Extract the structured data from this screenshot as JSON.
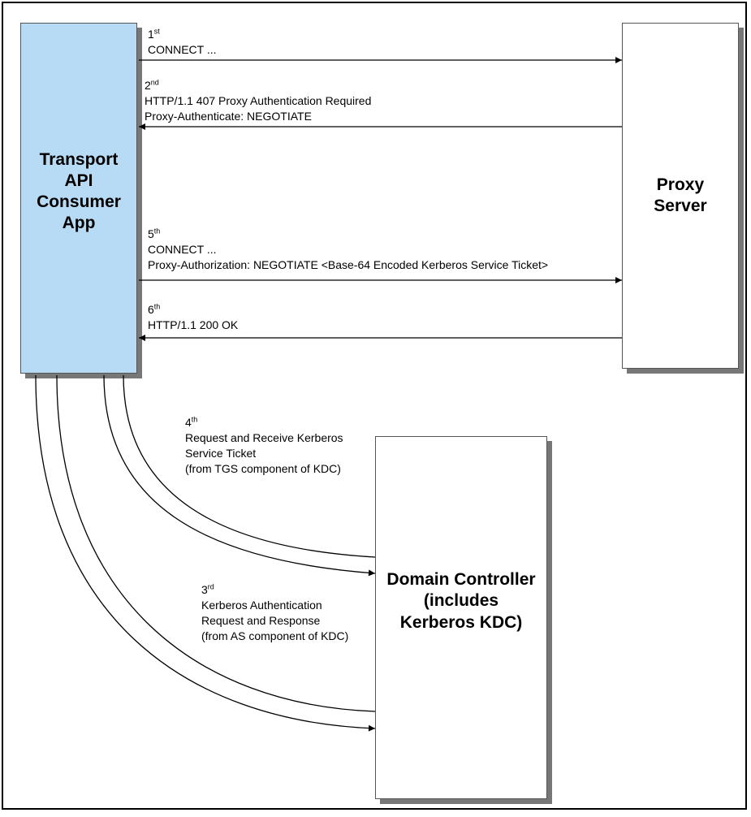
{
  "boxes": {
    "app": [
      "Transport",
      "API",
      "Consumer",
      "App"
    ],
    "proxy": [
      "Proxy",
      "Server"
    ],
    "dc": [
      "Domain Controller",
      "(includes",
      "Kerberos KDC)"
    ]
  },
  "messages": {
    "m1": {
      "num": "1",
      "suffix": "st",
      "lines": [
        "CONNECT ..."
      ]
    },
    "m2": {
      "num": "2",
      "suffix": "nd",
      "lines": [
        "HTTP/1.1 407 Proxy Authentication Required",
        "Proxy-Authenticate:  NEGOTIATE"
      ]
    },
    "m5": {
      "num": "5",
      "suffix": "th",
      "lines": [
        "CONNECT ...",
        "Proxy-Authorization: NEGOTIATE <Base-64 Encoded Kerberos Service Ticket>"
      ]
    },
    "m6": {
      "num": "6",
      "suffix": "th",
      "lines": [
        "HTTP/1.1 200 OK"
      ]
    },
    "m4": {
      "num": "4",
      "suffix": "th",
      "lines": [
        "Request and Receive Kerberos",
        "Service Ticket",
        "(from TGS component of KDC)"
      ]
    },
    "m3": {
      "num": "3",
      "suffix": "rd",
      "lines": [
        "Kerberos Authentication",
        "Request and Response",
        "(from AS component of KDC)"
      ]
    }
  }
}
